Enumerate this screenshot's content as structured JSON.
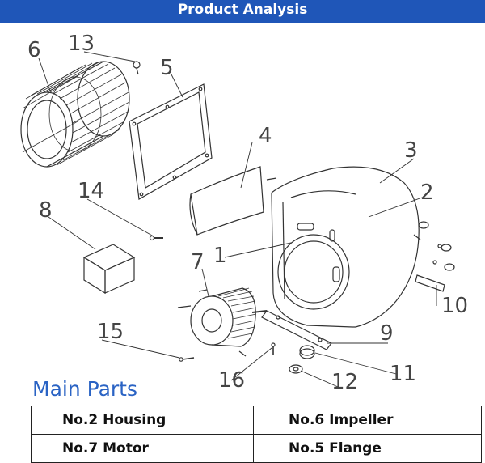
{
  "banner": {
    "title": "Product Analysis"
  },
  "diagram": {
    "callouts": [
      {
        "id": "c1",
        "text": "1"
      },
      {
        "id": "c2",
        "text": "2"
      },
      {
        "id": "c3",
        "text": "3"
      },
      {
        "id": "c4",
        "text": "4"
      },
      {
        "id": "c5",
        "text": "5"
      },
      {
        "id": "c6",
        "text": "6"
      },
      {
        "id": "c7",
        "text": "7"
      },
      {
        "id": "c8",
        "text": "8"
      },
      {
        "id": "c9",
        "text": "9"
      },
      {
        "id": "c10",
        "text": "10"
      },
      {
        "id": "c11",
        "text": "11"
      },
      {
        "id": "c12",
        "text": "12"
      },
      {
        "id": "c13",
        "text": "13"
      },
      {
        "id": "c14",
        "text": "14"
      },
      {
        "id": "c15",
        "text": "15"
      },
      {
        "id": "c16",
        "text": "16"
      }
    ]
  },
  "main_parts": {
    "title": "Main Parts",
    "rows": [
      [
        "No.2 Housing",
        "No.6 Impeller"
      ],
      [
        "No.7 Motor",
        "No.5 Flange"
      ]
    ]
  }
}
